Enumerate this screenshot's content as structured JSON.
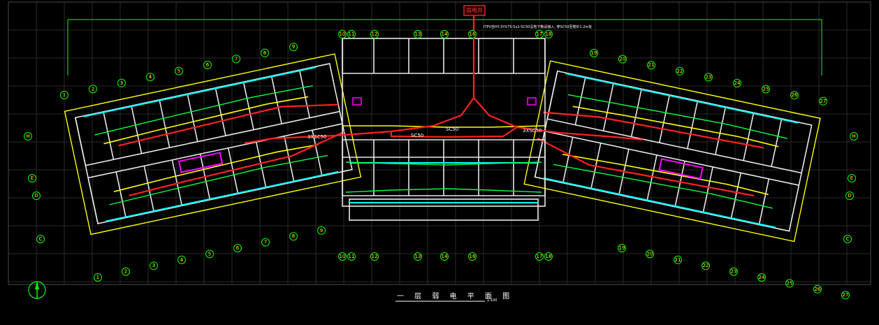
{
  "drawing": {
    "title": "一 层 弱 电 平 面 图",
    "scale_note": "1:100",
    "riser_label": "弱电井",
    "riser_note": "ITPV自HY,SYV75-5x2-SC50沿地下敷设接入, 穿SC50至楼外1.2m处",
    "cable_labels": [
      "3XSC50",
      "SC50",
      "SC50",
      "3XSC50"
    ],
    "top_axes": [
      "10",
      "11",
      "12",
      "13",
      "14",
      "16",
      "17",
      "18"
    ],
    "bottom_axes": [
      "10",
      "11",
      "12",
      "13",
      "14",
      "16",
      "17",
      "18"
    ],
    "left_wing_upper_axes": [
      "1",
      "2",
      "3",
      "4",
      "5",
      "6",
      "7",
      "8",
      "9"
    ],
    "left_wing_lower_axes": [
      "1",
      "2",
      "3",
      "4",
      "5",
      "6",
      "7",
      "8",
      "9"
    ],
    "right_wing_upper_axes": [
      "19",
      "20",
      "21",
      "22",
      "23",
      "24",
      "25",
      "26",
      "27"
    ],
    "right_wing_lower_axes": [
      "19",
      "20",
      "21",
      "22",
      "23",
      "24",
      "25",
      "26",
      "27"
    ],
    "side_axes_left": [
      "H",
      "E",
      "D",
      "C"
    ],
    "side_axes_right": [
      "H",
      "E",
      "D",
      "C"
    ]
  },
  "colors": {
    "background": "#000000",
    "dimension": "#00ff00",
    "wall": "#e8e8e8",
    "trunk": "#ff2020",
    "branch": "#ffff00",
    "secondary": "#00ff40",
    "window": "#00ffff",
    "device": "#ff00ff"
  },
  "icons": [
    "north-arrow-icon"
  ]
}
